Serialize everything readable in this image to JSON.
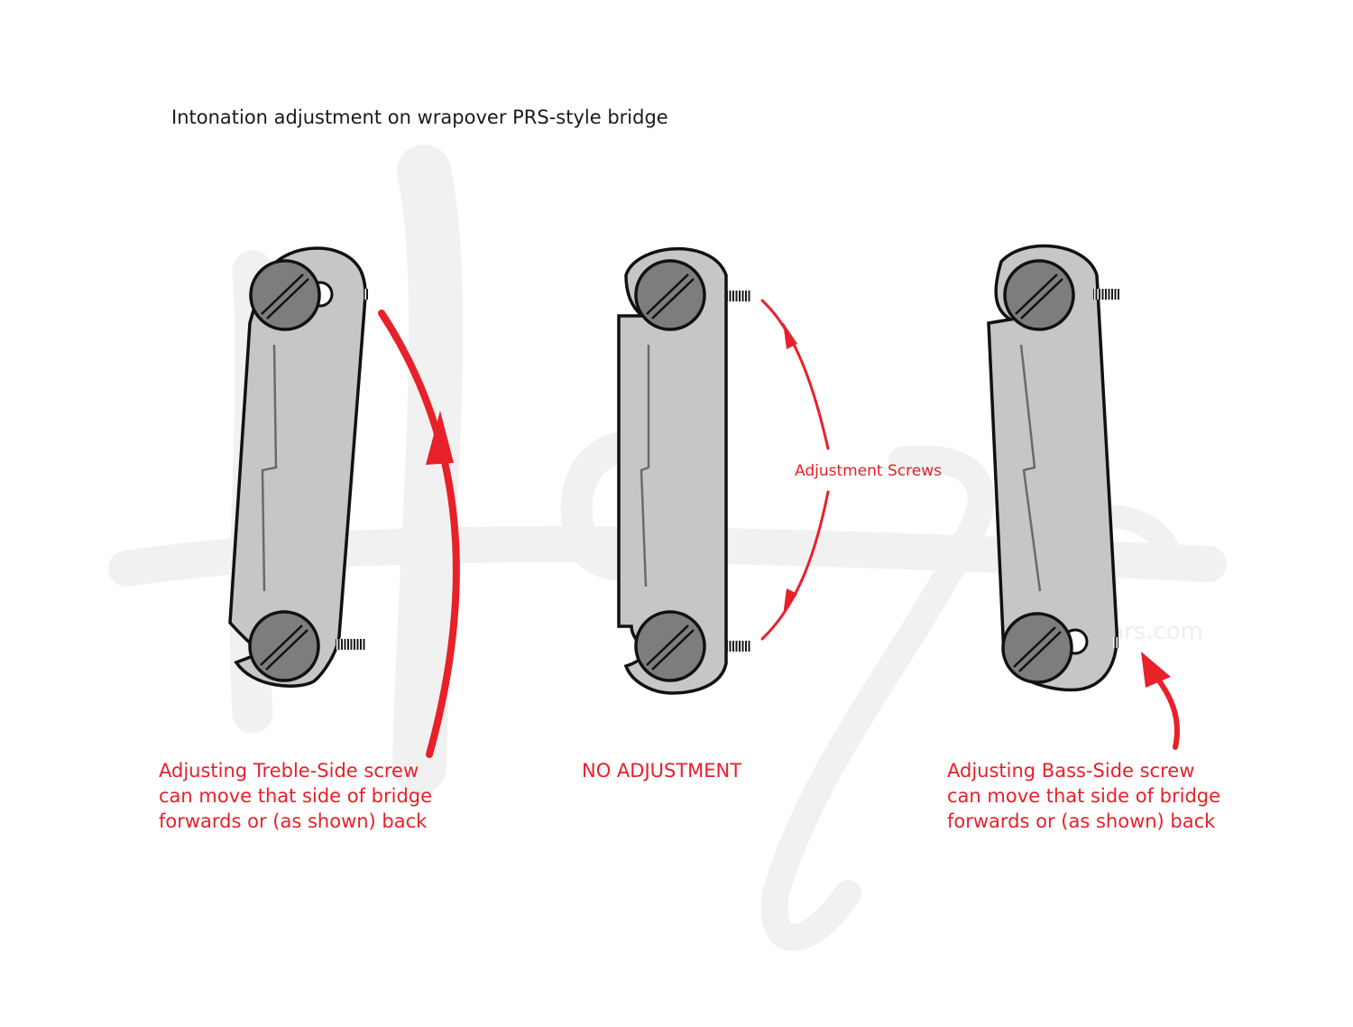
{
  "title": "Intonation adjustment on wrapover PRS-style bridge",
  "watermark": {
    "kind": "signature logo",
    "text": "Hoze",
    "fragment": "ars.com"
  },
  "annotations": {
    "adjustment_screws": "Adjustment Screws",
    "treble": {
      "lines": [
        "Adjusting Treble-Side screw",
        "can move that side of bridge",
        "forwards or (as shown) back"
      ]
    },
    "none": {
      "lines": [
        "NO ADJUSTMENT"
      ]
    },
    "bass": {
      "lines": [
        "Adjusting Bass-Side screw",
        "can move that side of bridge",
        "forwards or (as shown) back"
      ]
    }
  },
  "colors": {
    "annotation": "#e8202a",
    "bridge_fill": "#c6c6c6",
    "screw_fill": "#7d7d7d",
    "outline": "#111111",
    "watermark": "#f0f0f0",
    "title": "#1a1a1a"
  }
}
